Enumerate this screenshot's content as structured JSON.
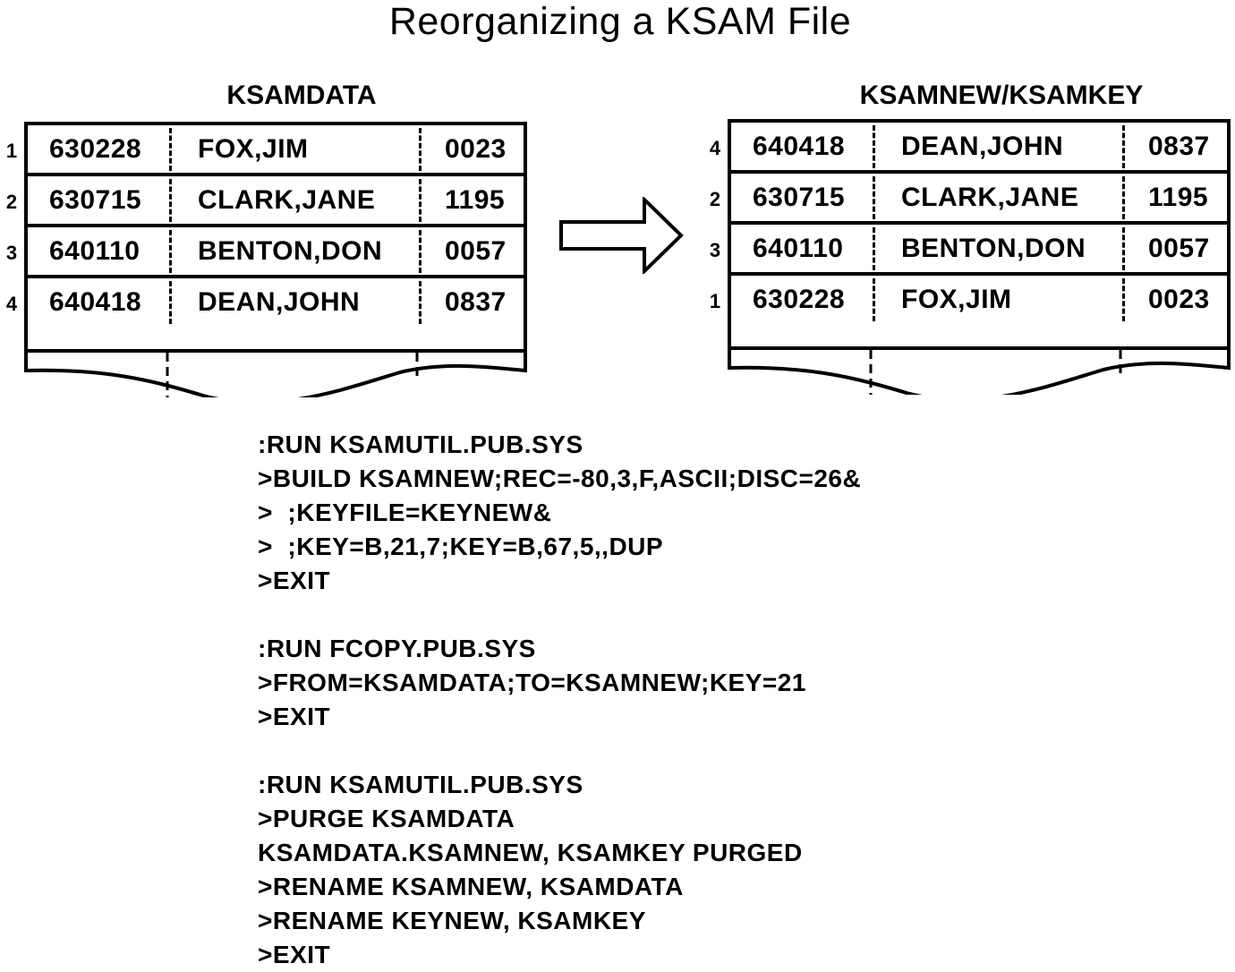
{
  "title": "Reorganizing a KSAM File",
  "source_file": {
    "label": "KSAMDATA",
    "records": [
      {
        "index": "1",
        "number": "630228",
        "name": "FOX,JIM",
        "code": "0023"
      },
      {
        "index": "2",
        "number": "630715",
        "name": "CLARK,JANE",
        "code": "1195"
      },
      {
        "index": "3",
        "number": "640110",
        "name": "BENTON,DON",
        "code": "0057"
      },
      {
        "index": "4",
        "number": "640418",
        "name": "DEAN,JOHN",
        "code": "0837"
      }
    ]
  },
  "target_file": {
    "label": "KSAMNEW/KSAMKEY",
    "records": [
      {
        "index": "4",
        "number": "640418",
        "name": "DEAN,JOHN",
        "code": "0837"
      },
      {
        "index": "2",
        "number": "630715",
        "name": "CLARK,JANE",
        "code": "1195"
      },
      {
        "index": "3",
        "number": "640110",
        "name": "BENTON,DON",
        "code": "0057"
      },
      {
        "index": "1",
        "number": "630228",
        "name": "FOX,JIM",
        "code": "0023"
      }
    ]
  },
  "arrow_icon": "right-arrow-outline-icon",
  "commands": {
    "block1": [
      ":RUN KSAMUTIL.PUB.SYS",
      ">BUILD KSAMNEW;REC=-80,3,F,ASCII;DISC=26&",
      ">  ;KEYFILE=KEYNEW&",
      ">  ;KEY=B,21,7;KEY=B,67,5,,DUP",
      ">EXIT"
    ],
    "block2": [
      ":RUN FCOPY.PUB.SYS",
      ">FROM=KSAMDATA;TO=KSAMNEW;KEY=21",
      ">EXIT"
    ],
    "block3": [
      ":RUN KSAMUTIL.PUB.SYS",
      ">PURGE KSAMDATA",
      "KSAMDATA.KSAMNEW, KSAMKEY PURGED",
      ">RENAME KSAMNEW, KSAMDATA",
      ">RENAME KEYNEW, KSAMKEY",
      ">EXIT"
    ]
  }
}
